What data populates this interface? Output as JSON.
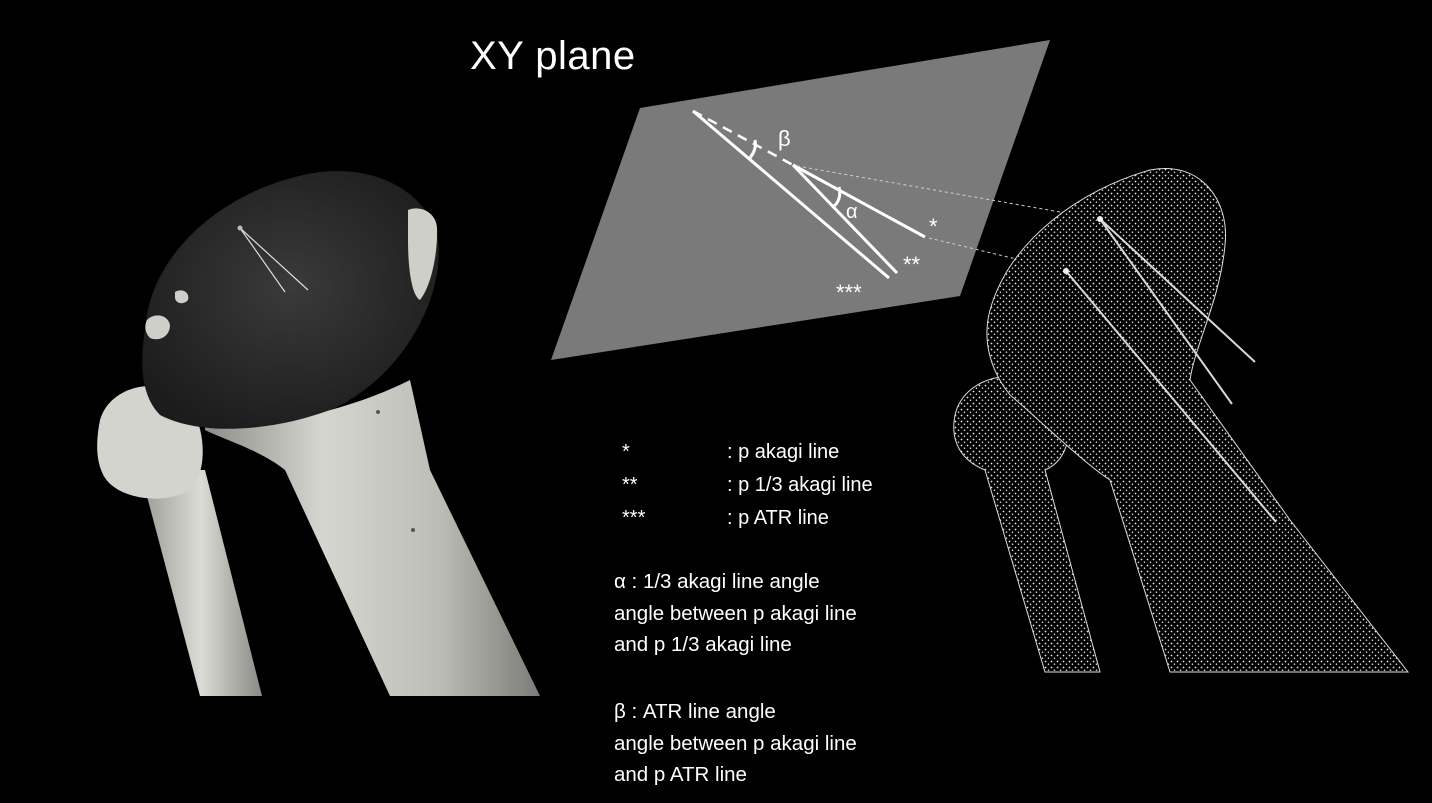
{
  "title": "XY plane",
  "plane_labels": {
    "beta": "β",
    "alpha": "α",
    "star1": "*",
    "star2": "**",
    "star3": "***"
  },
  "legend": [
    {
      "symbol": "*",
      "description": ": p akagi line"
    },
    {
      "symbol": "**",
      "description": ": p 1/3 akagi line"
    },
    {
      "symbol": "***",
      "description": ": p ATR line"
    }
  ],
  "alpha_def": {
    "line1": "α  : 1/3 akagi line angle",
    "line2": "angle between p akagi line",
    "line3": "and p 1/3 akagi line"
  },
  "beta_def": {
    "line1": "β  : ATR line angle",
    "line2": "angle between p akagi line",
    "line3": "and p ATR line"
  },
  "colors": {
    "background": "#000000",
    "plane": "#7a7a7a",
    "bone": "#cfcfc9",
    "cut_surface": "#262626",
    "text": "#ffffff"
  }
}
